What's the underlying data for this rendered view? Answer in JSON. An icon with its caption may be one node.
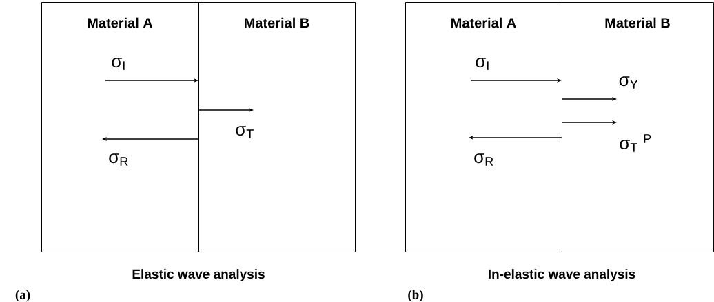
{
  "diagram": {
    "nodes": [
      {
        "text": [
          "Material A"
        ]
      },
      {
        "text": [
          "Material B"
        ]
      },
      {
        "text": [
          "Material A"
        ]
      },
      {
        "text": [
          "Material B"
        ]
      }
    ],
    "edges": [
      {
        "from": 0,
        "to": 1,
        "arrow": "to",
        "label": "σ$_{I}$"
      },
      {
        "from": 0,
        "to": 1,
        "arrow": "to",
        "label": "σ$_{T}$"
      },
      {
        "from": 1,
        "to": 0,
        "arrow": "to",
        "label": "σ$_{R}$"
      },
      {
        "from": 2,
        "to": 3,
        "arrow": "to",
        "label": "σ$_{I}$"
      },
      {
        "from": 2,
        "to": 3,
        "arrow": "to",
        "label": "σ$_{Y}$"
      },
      {
        "from": 2,
        "to": 3,
        "arrow": "to",
        "label": "σ$_{T}$ $^{P}$"
      },
      {
        "from": 3,
        "to": 2,
        "arrow": "to",
        "label": "σ$_{R}$"
      }
    ],
    "labels": [
      "Elastic wave analysis",
      "In-elastic wave analysis",
      "(a)",
      "(b)"
    ]
  }
}
